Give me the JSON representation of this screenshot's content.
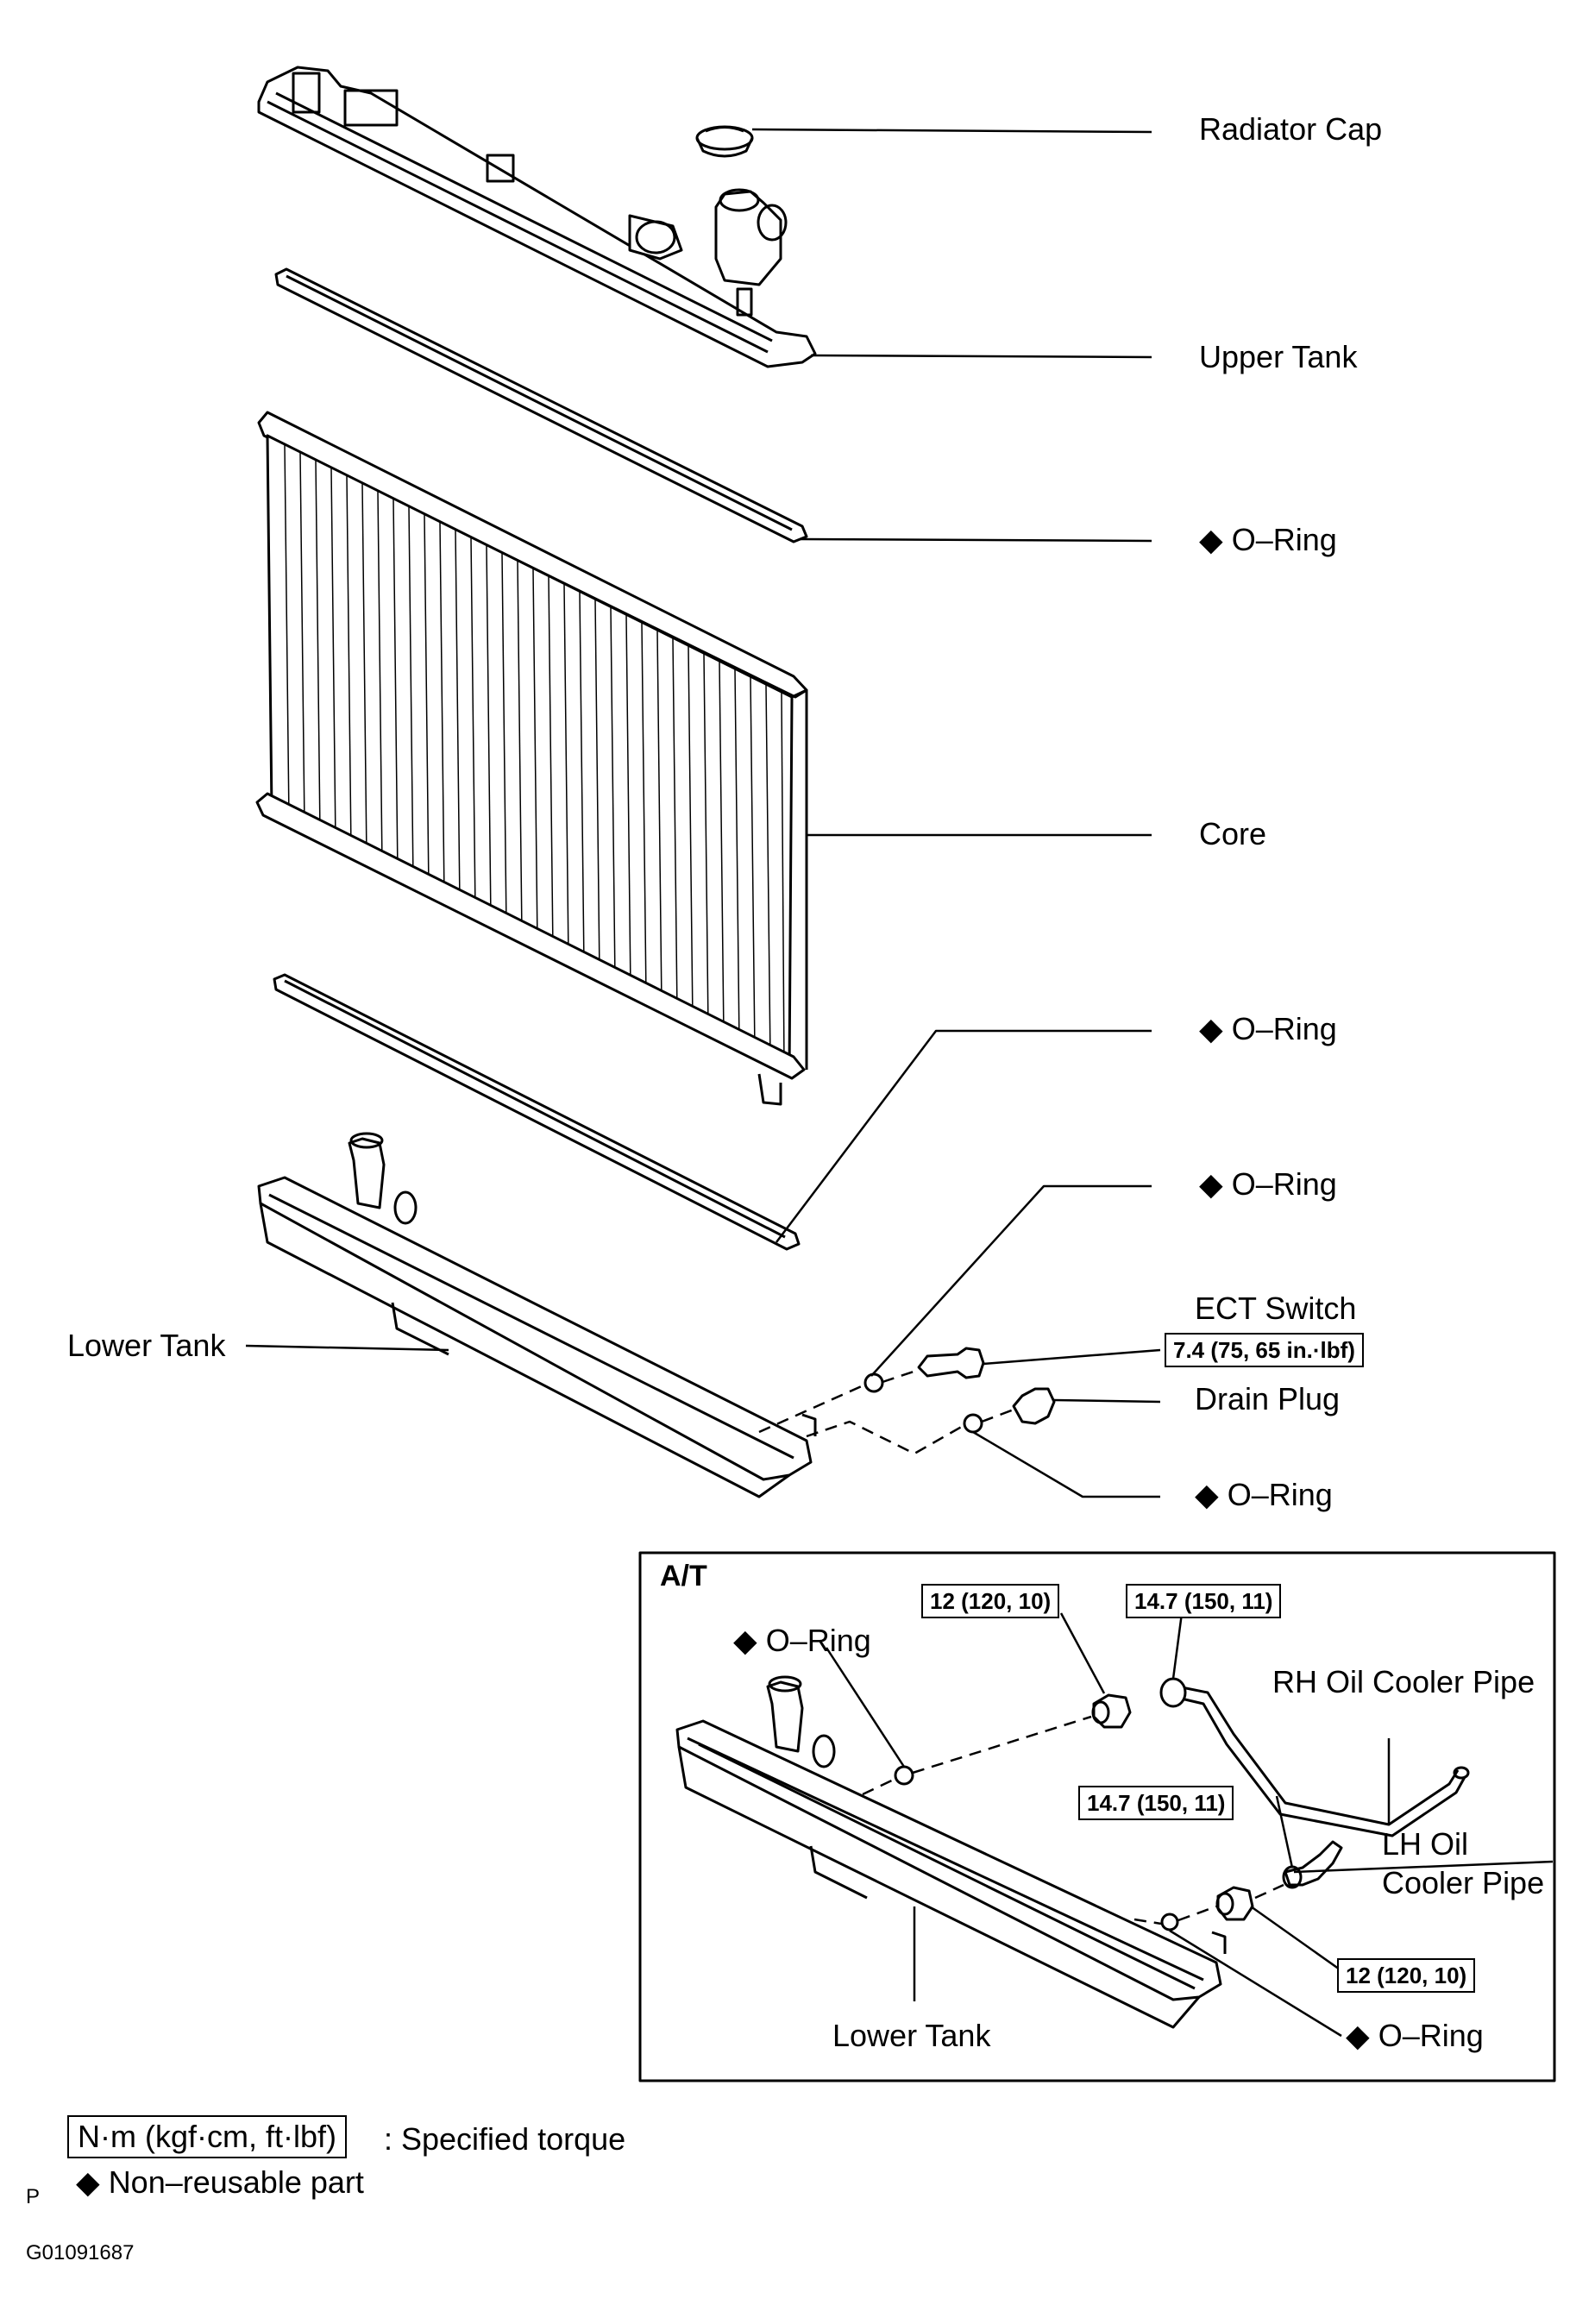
{
  "main_labels": {
    "radiator_cap": "Radiator Cap",
    "upper_tank": "Upper Tank",
    "o_ring": "O–Ring",
    "core": "Core",
    "lower_tank": "Lower Tank",
    "ect_switch": "ECT Switch",
    "drain_plug": "Drain Plug"
  },
  "torques": {
    "ect_switch": "7.4 (75, 65 in.·lbf)",
    "at_12_top": "12 (120, 10)",
    "at_147_top": "14.7 (150, 11)",
    "at_147_mid": "14.7 (150, 11)",
    "at_12_bottom": "12 (120, 10)"
  },
  "at_inset": {
    "title": "A/T",
    "rh_pipe": "RH Oil Cooler Pipe",
    "lh_pipe_1": "LH Oil",
    "lh_pipe_2": "Cooler Pipe",
    "lower_tank": "Lower Tank",
    "o_ring": "O–Ring"
  },
  "legend": {
    "torque_unit": "N·m (kgf·cm, ft·lbf)",
    "torque_desc": ": Specified torque",
    "nonreusable": "Non–reusable part"
  },
  "footer": {
    "letter": "P",
    "code": "G01091687"
  }
}
